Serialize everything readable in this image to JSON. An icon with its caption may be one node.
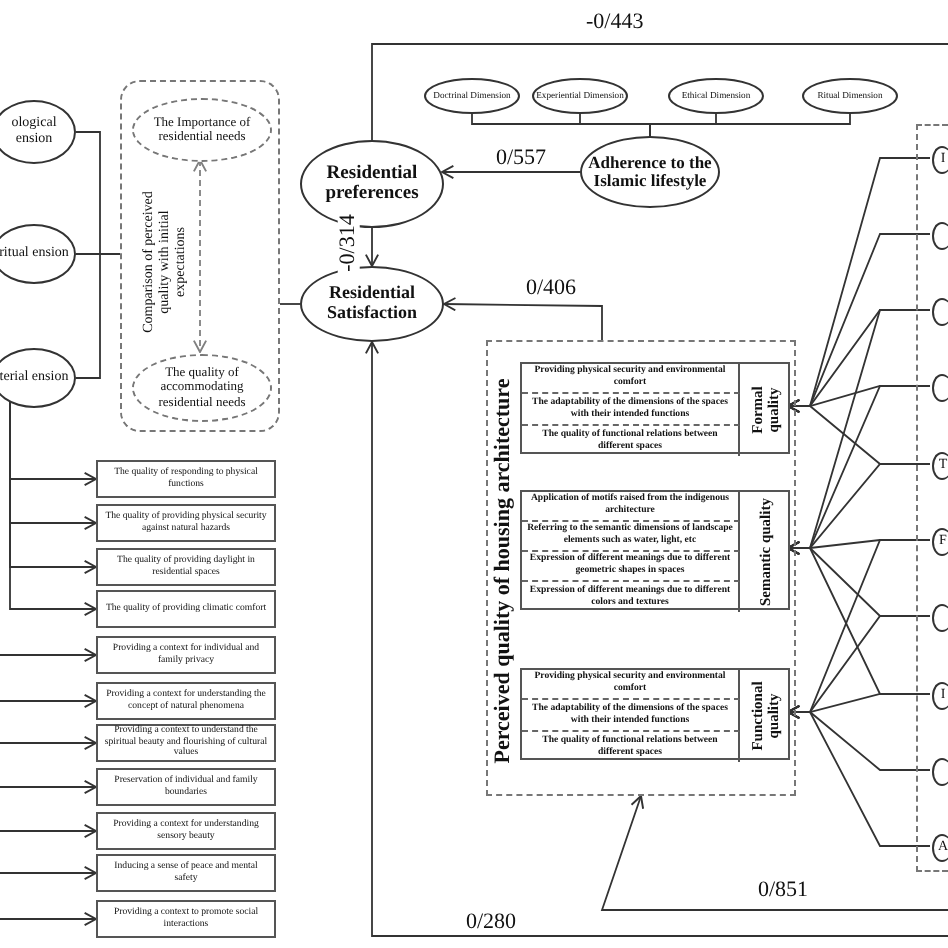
{
  "diagram": {
    "nodes": [
      {
        "text": [
          "ological ension"
        ]
      },
      {
        "text": [
          "ritual ension"
        ]
      },
      {
        "text": [
          "terial ension"
        ]
      },
      {
        "text": [
          "Comparison of perceived quality with initial expectations"
        ]
      },
      {
        "text": [
          "The Importance of residential needs"
        ],
        "in": 3
      },
      {
        "text": [
          "The quality of accommodating residential needs"
        ],
        "in": 3
      },
      {
        "text": [
          "The quality of responding to physical functions"
        ]
      },
      {
        "text": [
          "The quality of providing physical security against natural hazards"
        ]
      },
      {
        "text": [
          "The quality of providing daylight in residential spaces"
        ]
      },
      {
        "text": [
          "The quality of providing climatic comfort"
        ]
      },
      {
        "text": [
          "Providing a context for individual and family privacy"
        ]
      },
      {
        "text": [
          "Providing a context for understanding the concept of natural phenomena"
        ]
      },
      {
        "text": [
          "Providing a context to understand the spiritual beauty and flourishing of cultural values"
        ]
      },
      {
        "text": [
          "Preservation of individual and family boundaries"
        ]
      },
      {
        "text": [
          "Providing a context for understanding sensory beauty"
        ]
      },
      {
        "text": [
          "Inducing a sense of peace and mental safety"
        ]
      },
      {
        "text": [
          "Providing a context to promote social interactions"
        ]
      },
      {
        "text": [
          "Residential preferences"
        ]
      },
      {
        "text": [
          "Residential Satisfaction"
        ]
      },
      {
        "text": [
          "Doctrinal Dimension"
        ]
      },
      {
        "text": [
          "Experiential Dimension"
        ]
      },
      {
        "text": [
          "Ethical Dimension"
        ]
      },
      {
        "text": [
          "Ritual Dimension"
        ]
      },
      {
        "text": [
          "Adherence to the Islamic lifestyle"
        ]
      },
      {
        "text": [
          "Perceived quality of housing architecture"
        ]
      },
      {
        "text": [
          "Formal quality"
        ],
        "in": 24
      },
      {
        "text": [
          "Providing physical security and environmental comfort"
        ],
        "in": 25
      },
      {
        "text": [
          "The adaptability of the dimensions of the spaces with their intended functions"
        ],
        "in": 25
      },
      {
        "text": [
          "The quality of functional relations between different spaces"
        ],
        "in": 25
      },
      {
        "text": [
          "Semantic quality"
        ],
        "in": 24
      },
      {
        "text": [
          "Application of motifs raised from the indigenous architecture"
        ],
        "in": 29
      },
      {
        "text": [
          "Referring to the semantic dimensions of landscape elements such as water, light, etc"
        ],
        "in": 29
      },
      {
        "text": [
          "Expression of different meanings due to different geometric shapes in spaces"
        ],
        "in": 29
      },
      {
        "text": [
          "Expression of different meanings due to different colors and textures"
        ],
        "in": 29
      },
      {
        "text": [
          "Functional quality"
        ],
        "in": 24
      },
      {
        "text": [
          "Providing physical security and environmental comfort"
        ],
        "in": 34
      },
      {
        "text": [
          "The adaptability of the dimensions of the spaces with their intended functions"
        ],
        "in": 34
      },
      {
        "text": [
          "The quality of functional relations between different spaces"
        ],
        "in": 34
      },
      {
        "text": [],
        "shape": "box"
      },
      {
        "text": [
          "I"
        ],
        "in": 38
      },
      {
        "text": [],
        "shape": "ellipse",
        "in": 38
      },
      {
        "text": [],
        "shape": "ellipse",
        "in": 38
      },
      {
        "text": [],
        "shape": "ellipse",
        "in": 38
      },
      {
        "text": [
          "T"
        ],
        "in": 38
      },
      {
        "text": [
          "F"
        ],
        "in": 38
      },
      {
        "text": [],
        "shape": "ellipse",
        "in": 38
      },
      {
        "text": [
          "I"
        ],
        "in": 38
      },
      {
        "text": [],
        "shape": "ellipse",
        "in": 38
      },
      {
        "text": [
          "A"
        ],
        "in": 38
      }
    ],
    "edges": [
      {
        "from": 0,
        "to": 3,
        "arrow": "none"
      },
      {
        "from": 1,
        "to": 3,
        "arrow": "none"
      },
      {
        "from": 2,
        "to": 3,
        "arrow": "none"
      },
      {
        "from": 4,
        "to": 5,
        "arrow": "both",
        "style": "dashed",
        "color": "#808080"
      },
      {
        "from": 3,
        "to": 18,
        "arrow": "none"
      },
      {
        "from": 2,
        "to": 6,
        "arrow": "to"
      },
      {
        "from": 2,
        "to": 7,
        "arrow": "to"
      },
      {
        "from": 2,
        "to": 8,
        "arrow": "to"
      },
      {
        "from": 2,
        "to": 9,
        "arrow": "to"
      },
      {
        "from": null,
        "to": 10,
        "arrow": "to"
      },
      {
        "from": null,
        "to": 11,
        "arrow": "to"
      },
      {
        "from": null,
        "to": 12,
        "arrow": "to"
      },
      {
        "from": null,
        "to": 13,
        "arrow": "to"
      },
      {
        "from": null,
        "to": 14,
        "arrow": "to"
      },
      {
        "from": null,
        "to": 15,
        "arrow": "to"
      },
      {
        "from": null,
        "to": 16,
        "arrow": "to"
      },
      {
        "from": 19,
        "to": 23,
        "arrow": "none"
      },
      {
        "from": 20,
        "to": 23,
        "arrow": "none"
      },
      {
        "from": 21,
        "to": 23,
        "arrow": "none"
      },
      {
        "from": 22,
        "to": 23,
        "arrow": "none"
      },
      {
        "from": 23,
        "to": 17,
        "arrow": "to",
        "label": "0/557"
      },
      {
        "from": null,
        "to": 17,
        "arrow": "none",
        "label": "-0/443"
      },
      {
        "from": 17,
        "to": 18,
        "arrow": "to",
        "label": "-0/314"
      },
      {
        "from": 24,
        "to": 18,
        "arrow": "to",
        "label": "0/406"
      },
      {
        "from": null,
        "to": 24,
        "arrow": "to",
        "label": "0/851"
      },
      {
        "from": null,
        "to": 18,
        "arrow": "to",
        "label": "0/280"
      },
      {
        "from": 39,
        "to": 25,
        "arrow": "to"
      },
      {
        "from": 40,
        "to": 25,
        "arrow": "to"
      },
      {
        "from": 41,
        "to": 25,
        "arrow": "to"
      },
      {
        "from": 42,
        "to": 25,
        "arrow": "to"
      },
      {
        "from": 43,
        "to": 25,
        "arrow": "to"
      },
      {
        "from": 41,
        "to": 29,
        "arrow": "to"
      },
      {
        "from": 42,
        "to": 29,
        "arrow": "to"
      },
      {
        "from": 43,
        "to": 29,
        "arrow": "to"
      },
      {
        "from": 44,
        "to": 29,
        "arrow": "to"
      },
      {
        "from": 45,
        "to": 29,
        "arrow": "to"
      },
      {
        "from": 46,
        "to": 29,
        "arrow": "to"
      },
      {
        "from": 44,
        "to": 34,
        "arrow": "to"
      },
      {
        "from": 45,
        "to": 34,
        "arrow": "to"
      },
      {
        "from": 46,
        "to": 34,
        "arrow": "to"
      },
      {
        "from": 47,
        "to": 34,
        "arrow": "to"
      },
      {
        "from": 48,
        "to": 34,
        "arrow": "to"
      }
    ]
  }
}
